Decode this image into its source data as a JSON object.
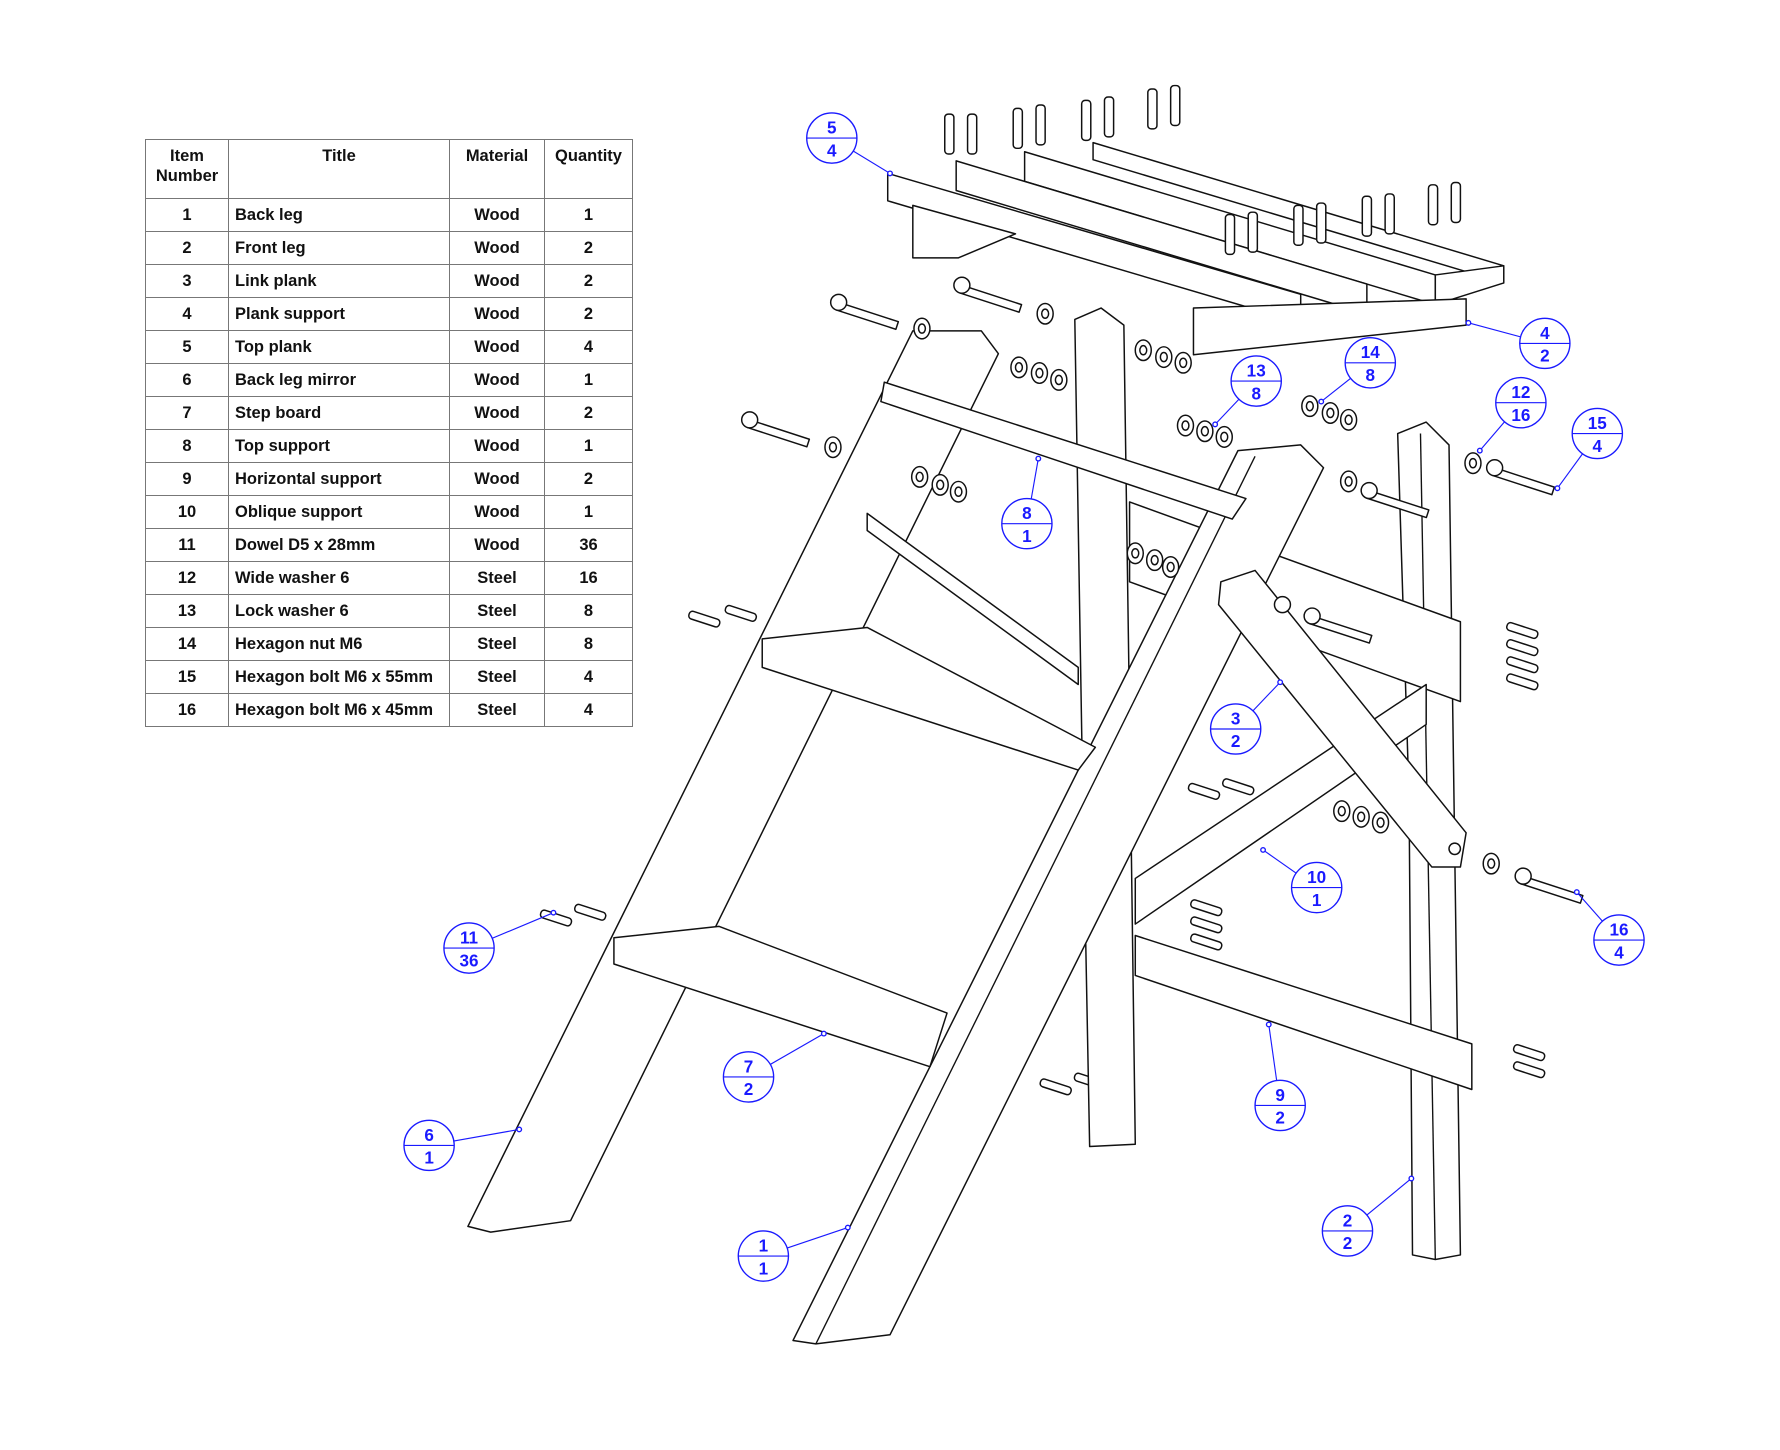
{
  "bom": {
    "headers": {
      "item": "Item Number",
      "title": "Title",
      "material": "Material",
      "quantity": "Quantity"
    },
    "rows": [
      {
        "item": "1",
        "title": "Back leg",
        "material": "Wood",
        "quantity": "1"
      },
      {
        "item": "2",
        "title": "Front leg",
        "material": "Wood",
        "quantity": "2"
      },
      {
        "item": "3",
        "title": "Link plank",
        "material": "Wood",
        "quantity": "2"
      },
      {
        "item": "4",
        "title": "Plank support",
        "material": "Wood",
        "quantity": "2"
      },
      {
        "item": "5",
        "title": "Top plank",
        "material": "Wood",
        "quantity": "4"
      },
      {
        "item": "6",
        "title": "Back leg mirror",
        "material": "Wood",
        "quantity": "1"
      },
      {
        "item": "7",
        "title": "Step board",
        "material": "Wood",
        "quantity": "2"
      },
      {
        "item": "8",
        "title": "Top support",
        "material": "Wood",
        "quantity": "1"
      },
      {
        "item": "9",
        "title": "Horizontal support",
        "material": "Wood",
        "quantity": "2"
      },
      {
        "item": "10",
        "title": "Oblique support",
        "material": "Wood",
        "quantity": "1"
      },
      {
        "item": "11",
        "title": "Dowel D5 x 28mm",
        "material": "Wood",
        "quantity": "36"
      },
      {
        "item": "12",
        "title": "Wide washer 6",
        "material": "Steel",
        "quantity": "16"
      },
      {
        "item": "13",
        "title": "Lock washer 6",
        "material": "Steel",
        "quantity": "8"
      },
      {
        "item": "14",
        "title": "Hexagon nut M6",
        "material": "Steel",
        "quantity": "8"
      },
      {
        "item": "15",
        "title": "Hexagon bolt M6 x 55mm",
        "material": "Steel",
        "quantity": "4"
      },
      {
        "item": "16",
        "title": "Hexagon bolt M6 x 45mm",
        "material": "Steel",
        "quantity": "4"
      }
    ]
  },
  "balloons": [
    {
      "item": "5",
      "qty": "4"
    },
    {
      "item": "4",
      "qty": "2"
    },
    {
      "item": "14",
      "qty": "8"
    },
    {
      "item": "13",
      "qty": "8"
    },
    {
      "item": "12",
      "qty": "16"
    },
    {
      "item": "15",
      "qty": "4"
    },
    {
      "item": "8",
      "qty": "1"
    },
    {
      "item": "3",
      "qty": "2"
    },
    {
      "item": "10",
      "qty": "1"
    },
    {
      "item": "16",
      "qty": "4"
    },
    {
      "item": "11",
      "qty": "36"
    },
    {
      "item": "7",
      "qty": "2"
    },
    {
      "item": "9",
      "qty": "2"
    },
    {
      "item": "6",
      "qty": "1"
    },
    {
      "item": "1",
      "qty": "1"
    },
    {
      "item": "2",
      "qty": "2"
    }
  ],
  "colors": {
    "balloon": "#1a1aff",
    "line": "#111111"
  }
}
